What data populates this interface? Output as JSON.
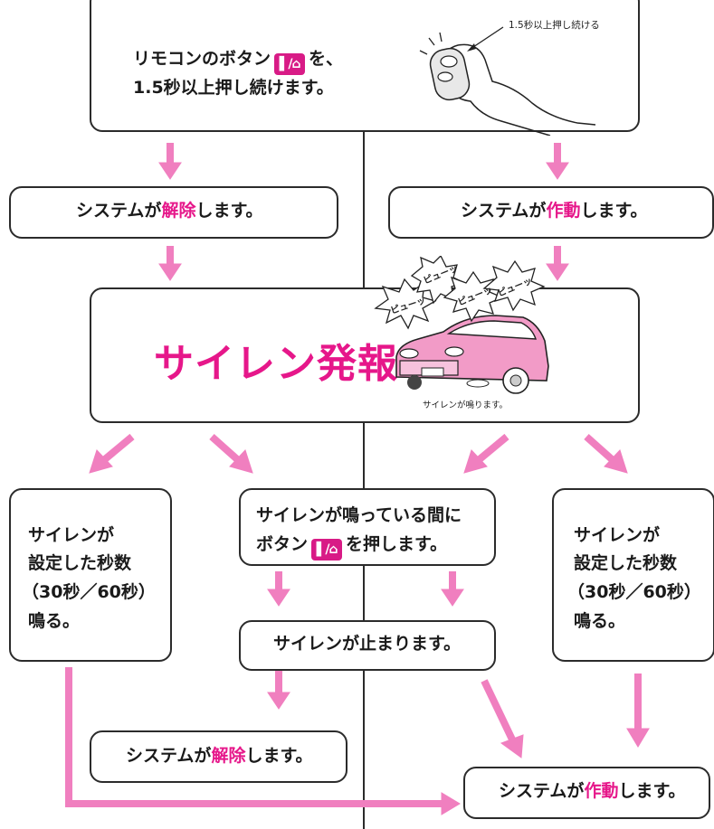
{
  "colors": {
    "accent": "#e6178a",
    "arrow": "#f07fbf",
    "border": "#2b2b2b"
  },
  "icons": {
    "remote_button": "lock-unlock-button-icon"
  },
  "top": {
    "line1": "リモコンのボタン",
    "line1_suffix": "を、",
    "line2": "1.5秒以上押し続けます。",
    "button_glyph": "▌/⌂",
    "hand_caption": "1.5秒以上押し続ける"
  },
  "left_state": {
    "prefix": "システムが",
    "highlight": "解除",
    "suffix": "します。"
  },
  "right_state": {
    "prefix": "システムが",
    "highlight": "作動",
    "suffix": "します。"
  },
  "siren": {
    "title": "サイレン発報",
    "caption": "サイレンが鳴ります。",
    "sound": "ピューッ"
  },
  "timed_left": [
    "サイレンが",
    "設定した秒数",
    "（30秒／60秒）",
    "鳴る。"
  ],
  "timed_right": [
    "サイレンが",
    "設定した秒数",
    "（30秒／60秒）",
    "鳴る。"
  ],
  "press_stop": {
    "line1": "サイレンが鳴っている間に",
    "line2_prefix": "ボタン",
    "line2_suffix": "を押します。"
  },
  "stopped": "サイレンが止まります。",
  "final_left": {
    "prefix": "システムが",
    "highlight": "解除",
    "suffix": "します。"
  },
  "final_right": {
    "prefix": "システムが",
    "highlight": "作動",
    "suffix": "します。"
  }
}
